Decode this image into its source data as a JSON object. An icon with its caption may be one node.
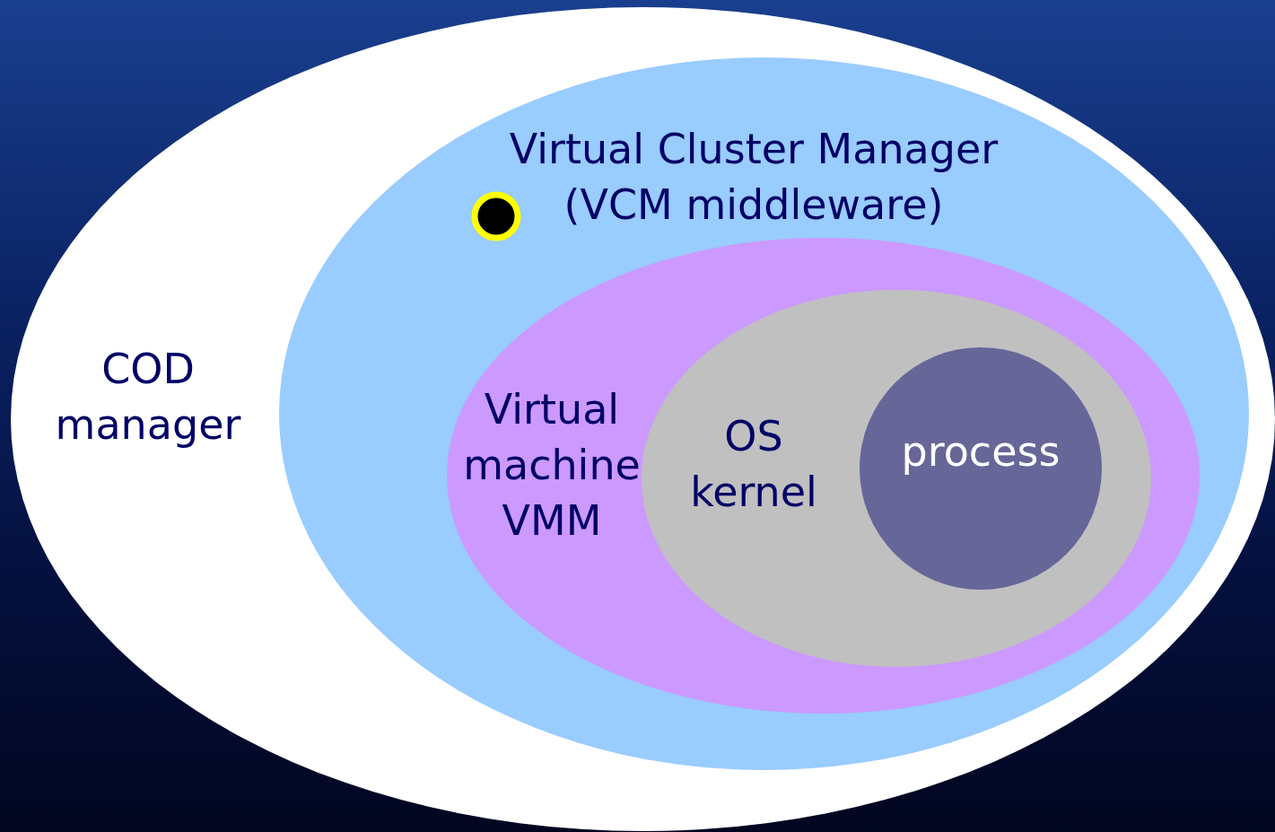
{
  "diagram": {
    "nodes": [
      {
        "text": [
          "COD manager"
        ]
      },
      {
        "text": [
          "Virtual Cluster Manager (VCM middleware)"
        ],
        "in": 0
      },
      {
        "text": [
          "Virtual machine VMM"
        ],
        "in": 1
      },
      {
        "text": [
          "OS kernel"
        ],
        "in": 2
      },
      {
        "text": [
          "process"
        ],
        "in": 3
      }
    ]
  }
}
